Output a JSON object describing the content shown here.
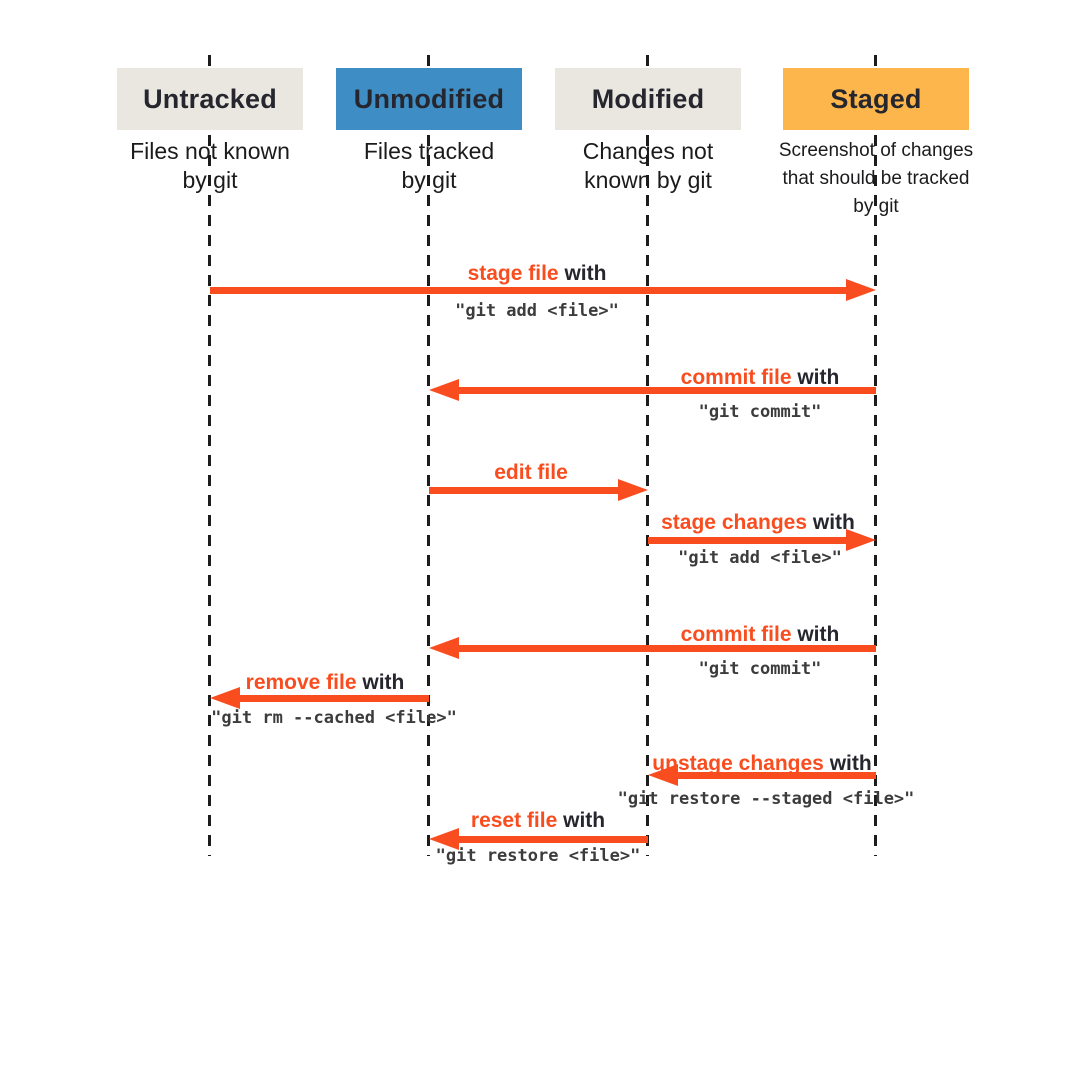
{
  "colors": {
    "accent": "#f94d1f",
    "header_gray": "#eae7e1",
    "header_blue": "#3e8dc5",
    "header_orange": "#fcb64b",
    "ink": "#26262e",
    "code_ink": "#3c3c3c",
    "lifeline": "#1c1c1c"
  },
  "columns": [
    {
      "title": "Untracked",
      "subtitle": "Files not known\nby git",
      "header_bg": "#eae7e1"
    },
    {
      "title": "Unmodified",
      "subtitle": "Files tracked\nby git",
      "header_bg": "#3e8dc5"
    },
    {
      "title": "Modified",
      "subtitle": "Changes not\nknown by git",
      "header_bg": "#eae7e1"
    },
    {
      "title": "Staged",
      "subtitle": "Screenshot of changes\nthat should be tracked\nby git",
      "header_bg": "#fcb64b"
    }
  ],
  "arrows": [
    {
      "action": "stage file",
      "connector": " with",
      "command": "\"git add <file>\"",
      "from": "Untracked",
      "to": "Staged"
    },
    {
      "action": "commit file",
      "connector": " with",
      "command": "\"git commit\"",
      "from": "Staged",
      "to": "Unmodified"
    },
    {
      "action": "edit file",
      "connector": "",
      "command": "",
      "from": "Unmodified",
      "to": "Modified"
    },
    {
      "action": "stage changes",
      "connector": " with",
      "command": "\"git add <file>\"",
      "from": "Modified",
      "to": "Staged"
    },
    {
      "action": "commit file",
      "connector": " with",
      "command": "\"git commit\"",
      "from": "Staged",
      "to": "Unmodified"
    },
    {
      "action": "remove file",
      "connector": " with",
      "command": "\"git rm --cached <file>\"",
      "from": "Unmodified",
      "to": "Untracked"
    },
    {
      "action": "unstage changes",
      "connector": " with",
      "command": "\"git restore --staged <file>\"",
      "from": "Staged",
      "to": "Modified"
    },
    {
      "action": "reset file",
      "connector": " with",
      "command": "\"git restore <file>\"",
      "from": "Modified",
      "to": "Unmodified"
    }
  ]
}
